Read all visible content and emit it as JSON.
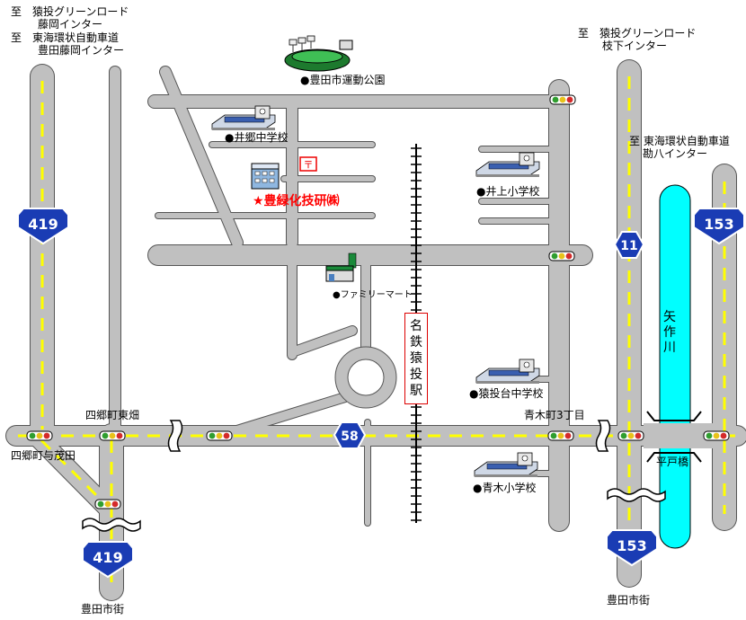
{
  "labels": {
    "dest_nw_1": "至　猿投グリーンロード",
    "dest_nw_2": "藤岡インター",
    "dest_nw_3": "至　東海環状自動車道",
    "dest_nw_4": "豊田藤岡インター",
    "dest_ne_1": "至　猿投グリーンロード",
    "dest_ne_2": "枝下インター",
    "dest_e_1": "至 東海環状自動車道",
    "dest_e_2": "勘八インター",
    "stadium": "●豊田市運動公園",
    "jhs_igo": "●井郷中学校",
    "es_inoue": "●井上小学校",
    "familymart": "●ファミリーマート",
    "jhs_sanagedai": "●猿投台中学校",
    "es_aoki": "●青木小学校",
    "int_shigo_higashi": "四郷町東畑",
    "int_shigo_yomoda": "四郷町与茂田",
    "int_aoki": "青木町3丁目",
    "bridge": "平戸橋",
    "toyota_sw": "豊田市街",
    "toyota_se": "豊田市街"
  },
  "company": "★豊緑化技研㈱",
  "station": "名鉄猿投駅",
  "river": "矢作川",
  "routes": {
    "r419_top": "419",
    "r419_bottom": "419",
    "r153_top": "153",
    "r153_bottom": "153",
    "r11": "11",
    "r58": "58"
  },
  "colors": {
    "road_fill": "#c0c0c0",
    "road_edge": "#555555",
    "centerline": "#ffff00",
    "route_shield": "#1a3cb4",
    "river": "#00ffff",
    "company": "#ff0000"
  }
}
